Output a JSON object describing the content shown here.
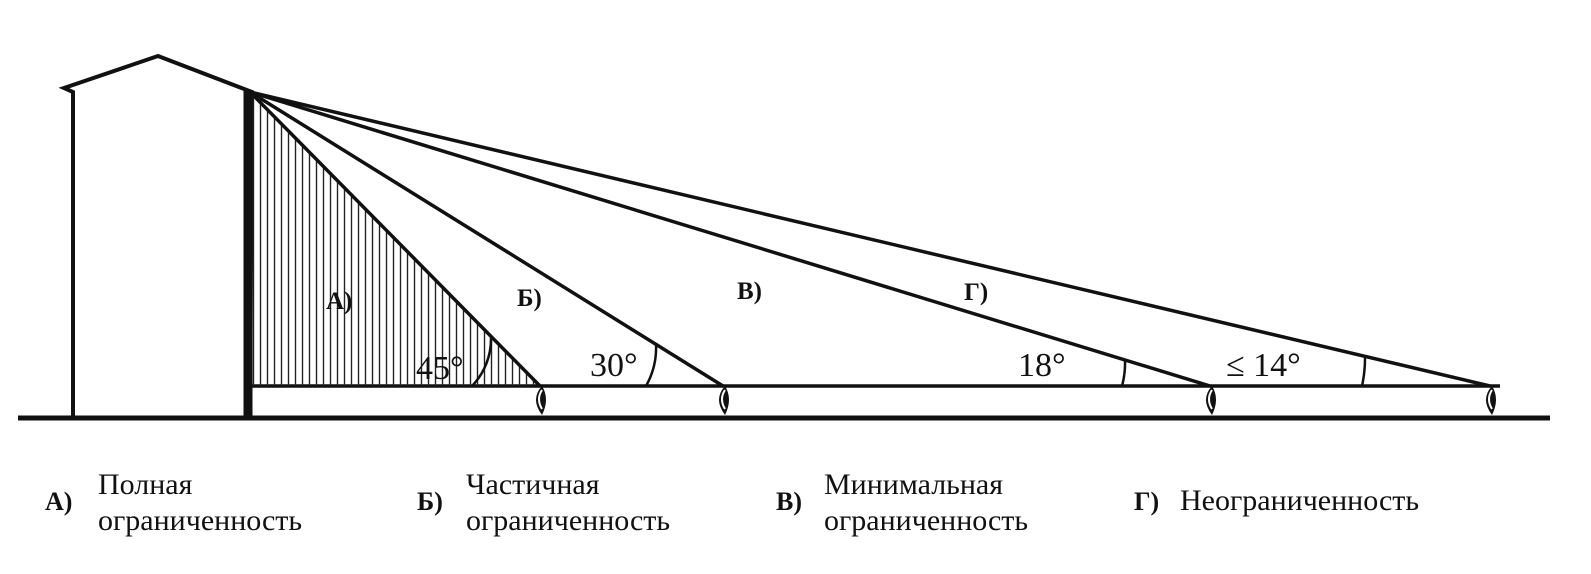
{
  "zones": [
    {
      "key": "a",
      "letter": "А)",
      "angle": "45°",
      "legend_lines": [
        "Полная",
        "ограниченность"
      ]
    },
    {
      "key": "b",
      "letter": "Б)",
      "angle": "30°",
      "legend_lines": [
        "Частичная",
        "ограниченность"
      ]
    },
    {
      "key": "v",
      "letter": "В)",
      "angle": "18°",
      "legend_lines": [
        "Минимальная",
        "ограниченность"
      ]
    },
    {
      "key": "g",
      "letter": "Г)",
      "angle": "≤ 14°",
      "legend_lines": [
        "Неограниченность"
      ]
    }
  ],
  "colors": {
    "ink": "#111111",
    "background": "#ffffff"
  },
  "icons": {
    "observer": "eye-icon",
    "building": "building-icon"
  }
}
